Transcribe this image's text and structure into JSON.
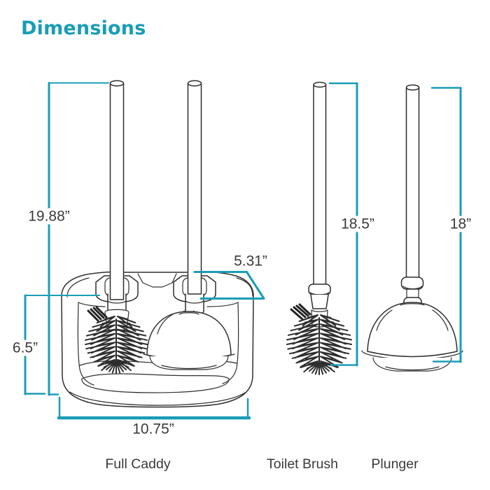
{
  "title": "Dimensions",
  "colors": {
    "accent": "#1A9DB6",
    "ink": "#3A3A3A",
    "artwork_line": "#2E2E2E"
  },
  "products": [
    {
      "label": "Full Caddy"
    },
    {
      "label": "Toilet Brush"
    },
    {
      "label": "Plunger"
    }
  ],
  "measurements": {
    "caddy_height": "19.88”",
    "caddy_depth": "5.31”",
    "caddy_inner_height": "6.5”",
    "caddy_width": "10.75”",
    "toilet_brush_height": "18.5”",
    "plunger_height": "18”"
  }
}
